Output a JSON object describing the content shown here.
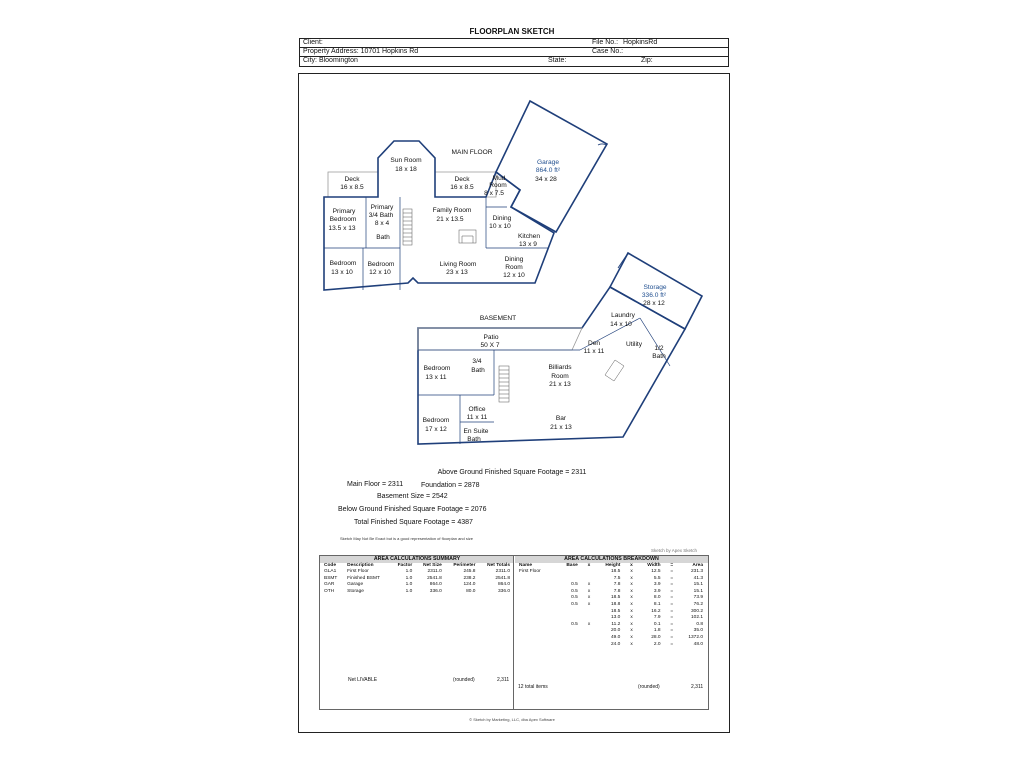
{
  "title": "FLOORPLAN SKETCH",
  "header": {
    "client_label": "Client:",
    "file_no_label": "File No.:",
    "file_no_value": "HopkinsRd",
    "property_label": "Property Address: 10701 Hopkins Rd",
    "case_no_label": "Case No.:",
    "city_label": "City: Bloomington",
    "state_label": "State:",
    "zip_label": "Zip:"
  },
  "plan": {
    "main_floor_label": "MAIN FLOOR",
    "basement_label": "BASEMENT",
    "rooms": {
      "sun_room": [
        "Sun Room",
        "18 x 18"
      ],
      "deck_left": [
        "Deck",
        "16 x 8.5"
      ],
      "deck_right": [
        "Deck",
        "16 x 8.5"
      ],
      "garage": [
        "Garage",
        "864.0 ft²",
        "34 x 28"
      ],
      "mud_room": [
        "Mud",
        "Room",
        "8 x 7.5"
      ],
      "primary_bedroom": [
        "Primary",
        "Bedroom",
        "13.5 x 13"
      ],
      "primary_bath": [
        "Primary",
        "3/4  Bath",
        "8 x 4"
      ],
      "bath": [
        "Bath"
      ],
      "family_room": [
        "Family Room",
        "21 x 13.5"
      ],
      "dining_top": [
        "Dining",
        "10 x 10"
      ],
      "kitchen": [
        "Kitchen",
        "13 x 9"
      ],
      "bedroom_a": [
        "Bedroom",
        "13 x 10"
      ],
      "bedroom_b": [
        "Bedroom",
        "12 x 10"
      ],
      "living_room": [
        "Living Room",
        "23 x 13"
      ],
      "dining_bottom": [
        "Dining",
        "Room",
        "12 x 10"
      ],
      "storage": [
        "Storage",
        "336.0 ft²",
        "28 x 12"
      ],
      "laundry": [
        "Laundry",
        "14 x 10"
      ],
      "patio": [
        "Patio",
        "50 X 7"
      ],
      "den": [
        "Den",
        "11 x 11"
      ],
      "utility": [
        "Utility"
      ],
      "half_bath": [
        "1/2",
        "Bath"
      ],
      "bsmt_bedroom_a": [
        "Bedroom",
        "13 x 11"
      ],
      "bsmt_bath": [
        "3/4",
        "Bath"
      ],
      "billiards": [
        "Billiards",
        "Room",
        "21 x 13"
      ],
      "office": [
        "Office",
        "11 x 11"
      ],
      "bsmt_bedroom_b": [
        "Bedroom",
        "17 x 12"
      ],
      "en_suite": [
        "En Suite",
        "Bath"
      ],
      "bar": [
        "Bar",
        "21 x 13"
      ]
    }
  },
  "square_footage": {
    "above_ground": "Above Ground Finished Square Footage = 2311",
    "main_floor": "Main Floor = 2311",
    "foundation": "Foundation = 2878",
    "basement_size": "Basement Size = 2542",
    "below_ground": "Below Ground Finished Square Footage = 2076",
    "total": "Total Finished Square Footage = 4387"
  },
  "sketch_note": "Sketch May Not Be Exact but is a good representation of floorplan and size",
  "sketch_by": "Sketch by Apex Sketch",
  "summary": {
    "heading": "AREA CALCULATIONS SUMMARY",
    "columns": [
      "Code",
      "Description",
      "Factor",
      "Net Size",
      "Perimeter",
      "Net Totals"
    ],
    "rows": [
      [
        "GLA1",
        "First Floor",
        "1.0",
        "2311.0",
        "245.8",
        "2311.0"
      ],
      [
        "BSMT",
        "Finished BSMT",
        "1.0",
        "2541.8",
        "238.2",
        "2541.8"
      ],
      [
        "GAR",
        "Garage",
        "1.0",
        "864.0",
        "124.0",
        "864.0"
      ],
      [
        "OTH",
        "Storage",
        "1.0",
        "336.0",
        "80.0",
        "336.0"
      ]
    ],
    "net_livable_label": "Net LIVABLE",
    "rounded_label": "(rounded)",
    "net_livable_value": "2,311"
  },
  "breakdown": {
    "heading": "AREA CALCULATIONS BREAKDOWN",
    "columns": [
      "Name",
      "Base",
      "x",
      "Height",
      "x",
      "Width",
      "=",
      "Area"
    ],
    "rows": [
      [
        "First Floor",
        "",
        "",
        "18.5",
        "x",
        "12.5",
        "=",
        "231.3"
      ],
      [
        "",
        "",
        "",
        "7.5",
        "x",
        "5.5",
        "=",
        "41.3"
      ],
      [
        "",
        "0.5",
        "x",
        "7.8",
        "x",
        "3.9",
        "=",
        "15.1"
      ],
      [
        "",
        "0.5",
        "x",
        "7.8",
        "x",
        "3.9",
        "=",
        "15.1"
      ],
      [
        "",
        "0.5",
        "x",
        "18.5",
        "x",
        "8.0",
        "=",
        "73.9"
      ],
      [
        "",
        "0.5",
        "x",
        "18.8",
        "x",
        "8.1",
        "=",
        "76.2"
      ],
      [
        "",
        "",
        "",
        "18.5",
        "x",
        "16.2",
        "=",
        "300.2"
      ],
      [
        "",
        "",
        "",
        "13.0",
        "x",
        "7.9",
        "=",
        "102.1"
      ],
      [
        "",
        "0.5",
        "x",
        "11.2",
        "x",
        "0.1",
        "=",
        "0.8"
      ],
      [
        "",
        "",
        "",
        "20.0",
        "x",
        "1.8",
        "=",
        "35.0"
      ],
      [
        "",
        "",
        "",
        "49.0",
        "x",
        "28.0",
        "=",
        "1372.0"
      ],
      [
        "",
        "",
        "",
        "24.0",
        "x",
        "2.0",
        "=",
        "48.0"
      ]
    ],
    "total_items_label": "12 total items",
    "rounded_label": "(rounded)",
    "total_value": "2,311"
  },
  "copyright": "© Sketch by Marketing, LLC, dba Apex Software",
  "colors": {
    "wall": "#1f3f7a",
    "ink": "#111111",
    "label_blue": "#1f4e8f"
  }
}
